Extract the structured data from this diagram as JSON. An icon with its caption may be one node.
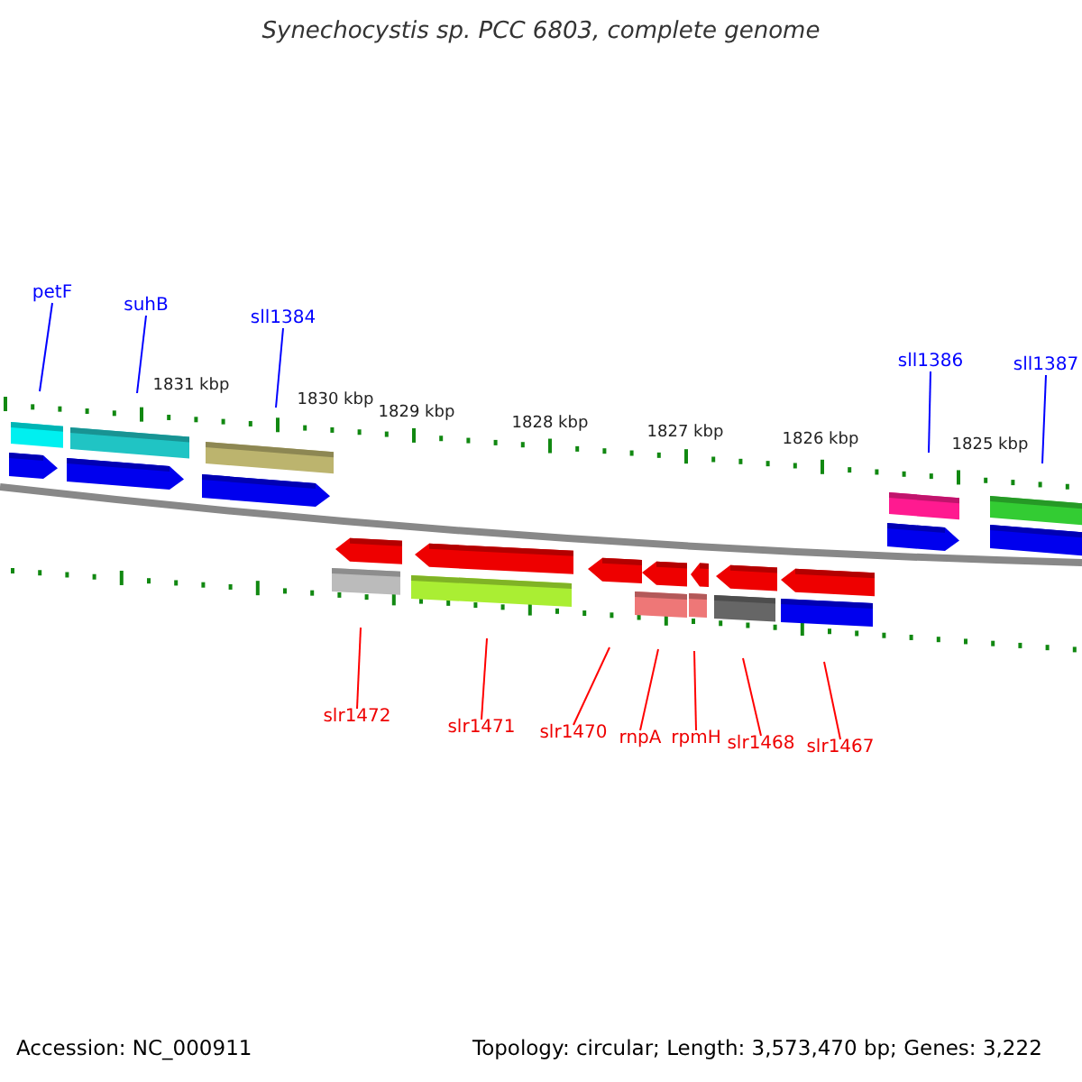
{
  "diagram": {
    "title": "Synechocystis sp. PCC 6803, complete genome",
    "nodes": [
      {
        "text": [
          "petF"
        ]
      },
      {
        "text": [
          "suhB"
        ]
      },
      {
        "text": [
          "sll1384"
        ]
      },
      {
        "text": [
          "sll1386"
        ]
      },
      {
        "text": [
          "sll1387"
        ]
      },
      {
        "text": [
          "slr1472"
        ]
      },
      {
        "text": [
          "slr1471"
        ]
      },
      {
        "text": [
          "slr1470"
        ]
      },
      {
        "text": [
          "rnpA"
        ]
      },
      {
        "text": [
          "rpmH"
        ]
      },
      {
        "text": [
          "slr1468"
        ]
      },
      {
        "text": [
          "slr1467"
        ]
      }
    ],
    "edges": [
      {
        "from": 0,
        "to": null,
        "arrow": "none",
        "color": "#0000ff"
      },
      {
        "from": 1,
        "to": null,
        "arrow": "none",
        "color": "#0000ff"
      },
      {
        "from": 2,
        "to": null,
        "arrow": "none",
        "color": "#0000ff"
      },
      {
        "from": 3,
        "to": null,
        "arrow": "none",
        "color": "#0000ff"
      },
      {
        "from": 4,
        "to": null,
        "arrow": "none",
        "color": "#0000ff"
      },
      {
        "from": 5,
        "to": null,
        "arrow": "none"
      },
      {
        "from": 6,
        "to": null,
        "arrow": "none"
      },
      {
        "from": 7,
        "to": null,
        "arrow": "none"
      },
      {
        "from": 8,
        "to": null,
        "arrow": "none"
      },
      {
        "from": 9,
        "to": null,
        "arrow": "none"
      },
      {
        "from": 10,
        "to": null,
        "arrow": "none"
      },
      {
        "from": 11,
        "to": null,
        "arrow": "none"
      }
    ],
    "labels": [
      "1831 kbp",
      "1830 kbp",
      "1829 kbp",
      "1828 kbp",
      "1827 kbp",
      "1826 kbp",
      "1825 kbp",
      "Accession: NC_000911",
      "Topology: circular; Length: 3,573,470 bp; Genes: 3,222"
    ]
  }
}
